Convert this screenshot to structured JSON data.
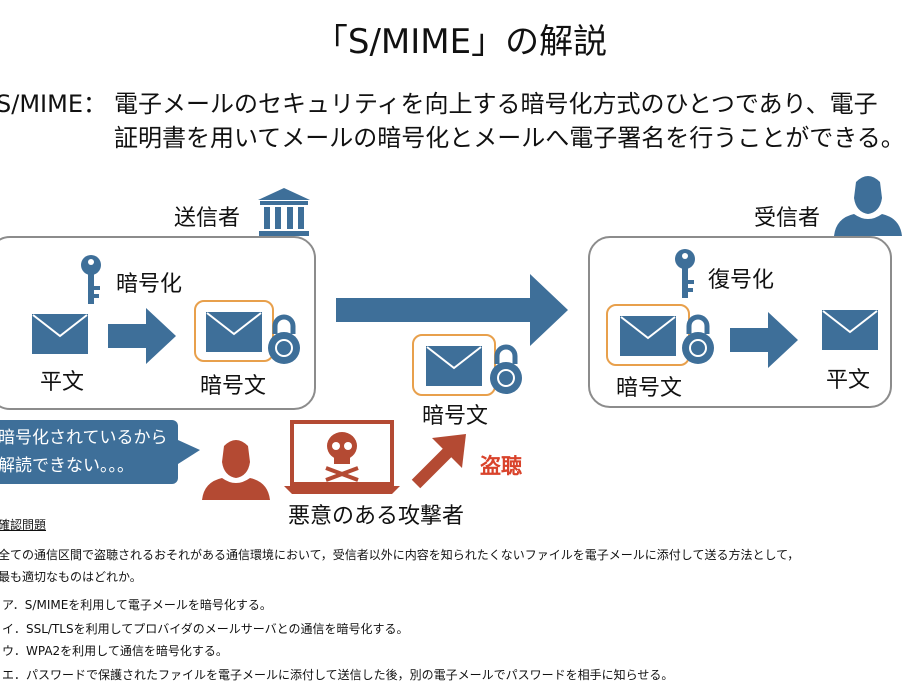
{
  "title": "「S/MIME」の解説",
  "definition": {
    "term": "S/MIME：",
    "line1": "電子メールのセキュリティを向上する暗号化方式のひとつであり、電子",
    "line2": "証明書を用いてメールの暗号化とメールへ電子署名を行うことができる。"
  },
  "diagram": {
    "sender_label": "送信者",
    "receiver_label": "受信者",
    "encrypt_label": "暗号化",
    "decrypt_label": "復号化",
    "plaintext_left": "平文",
    "ciphertext_left": "暗号文",
    "ciphertext_middle": "暗号文",
    "ciphertext_right": "暗号文",
    "plaintext_right": "平文",
    "bubble_line1": "暗号化されているから",
    "bubble_line2": "解読できない。。。",
    "attacker_label": "悪意のある攻撃者",
    "eavesdrop_label": "盗聴",
    "colors": {
      "primary": "#3e6f99",
      "lock_orange": "#e8a04c",
      "attacker_red": "#b44a33",
      "eavesdrop_red": "#d9432b"
    }
  },
  "quiz": {
    "heading": "確認問題",
    "question_line1": "全ての通信区間で盗聴されるおそれがある通信環境において，受信者以外に内容を知られたくないファイルを電子メールに添付して送る方法として，",
    "question_line2": "最も適切なものはどれか。",
    "options": [
      "ア．S/MIMEを利用して電子メールを暗号化する。",
      "イ．SSL/TLSを利用してプロバイダのメールサーバとの通信を暗号化する。",
      "ウ．WPA2を利用して通信を暗号化する。",
      "エ．パスワードで保護されたファイルを電子メールに添付して送信した後，別の電子メールでパスワードを相手に知らせる。"
    ]
  }
}
